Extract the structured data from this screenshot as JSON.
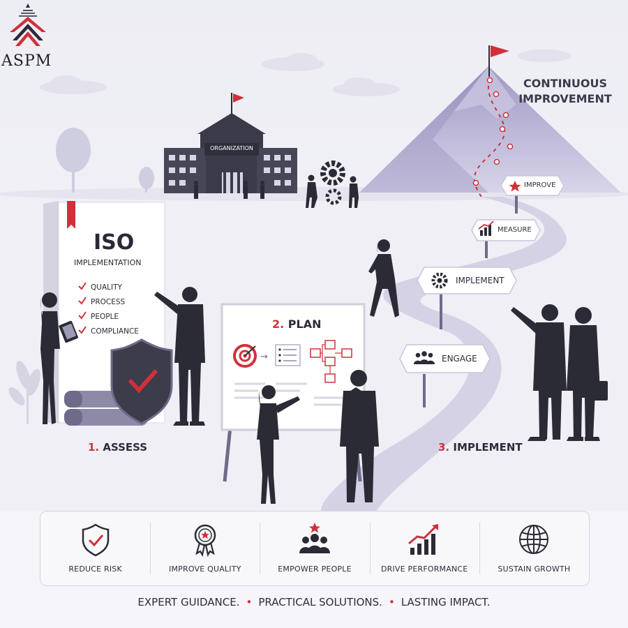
{
  "brand": {
    "name": "ASPM"
  },
  "colors": {
    "accent": "#d0303a",
    "silhouette": "#2b2b36",
    "mountain": "#bdb8d6",
    "background": "#f4f3f8"
  },
  "organization": {
    "label": "ORGANIZATION"
  },
  "mountain": {
    "title_line1": "CONTINUOUS",
    "title_line2": "IMPROVEMENT"
  },
  "signposts": [
    {
      "label": "IMPROVE",
      "icon": "star-icon"
    },
    {
      "label": "MEASURE",
      "icon": "bar-chart-icon"
    },
    {
      "label": "IMPLEMENT",
      "icon": "gear-icon"
    },
    {
      "label": "ENGAGE",
      "icon": "people-icon"
    }
  ],
  "book": {
    "title": "ISO",
    "subtitle": "IMPLEMENTATION",
    "items": [
      "QUALITY",
      "PROCESS",
      "PEOPLE",
      "COMPLIANCE"
    ]
  },
  "steps": [
    {
      "num": "1.",
      "label": "ASSESS"
    },
    {
      "num": "2.",
      "label": "PLAN"
    },
    {
      "num": "3.",
      "label": "IMPLEMENT"
    }
  ],
  "benefits": [
    {
      "label": "REDUCE RISK",
      "icon": "shield-check-icon"
    },
    {
      "label": "IMPROVE QUALITY",
      "icon": "award-ribbon-icon"
    },
    {
      "label": "EMPOWER PEOPLE",
      "icon": "people-star-icon"
    },
    {
      "label": "DRIVE PERFORMANCE",
      "icon": "growth-chart-icon"
    },
    {
      "label": "SUSTAIN GROWTH",
      "icon": "globe-icon"
    }
  ],
  "tagline": [
    "EXPERT GUIDANCE.",
    "PRACTICAL SOLUTIONS.",
    "LASTING IMPACT."
  ]
}
